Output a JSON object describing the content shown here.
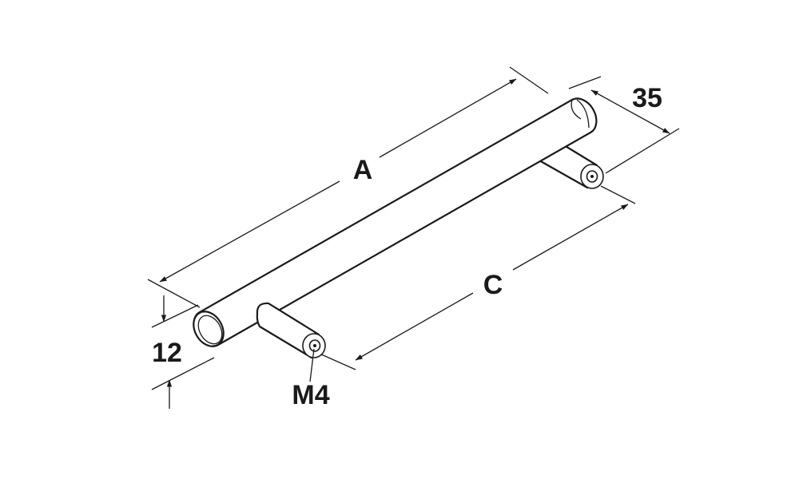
{
  "dimensions": {
    "length_total": "A",
    "center_distance": "C",
    "projection": "35",
    "diameter": "12",
    "thread": "M4"
  }
}
